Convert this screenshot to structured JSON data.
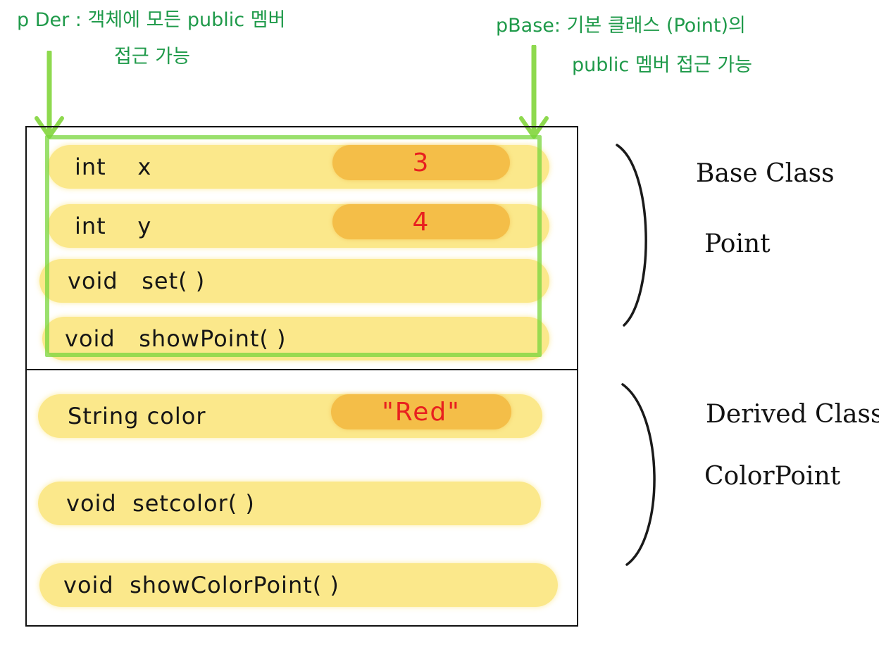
{
  "notes": {
    "left_line1": "p Der : 객체에 모든 public 멤버",
    "left_line2": "접근 가능",
    "right_line1": "pBase: 기본 클래스 (Point)의",
    "right_line2": "public 멤버 접근 가능"
  },
  "base_members": [
    {
      "text": "int    x",
      "value": "3"
    },
    {
      "text": "int    y",
      "value": "4"
    },
    {
      "text": "void   set( )"
    },
    {
      "text": "void   showPoint( )"
    }
  ],
  "derived_members": [
    {
      "text": "String color",
      "value": "\"Red\""
    },
    {
      "text": "void  setcolor( )"
    },
    {
      "text": "void  showColorPoint( )"
    }
  ],
  "labels": {
    "base_line1": "Base Class",
    "base_line2": "Point",
    "derived_line1": "Derived Class",
    "derived_line2": "ColorPoint"
  },
  "colors": {
    "annotation_green": "#1f9a4a",
    "arrow_green": "#8ed94e",
    "member_yellow": "#fae26e",
    "value_orange": "#f2b63c",
    "value_red": "#e8201f"
  }
}
